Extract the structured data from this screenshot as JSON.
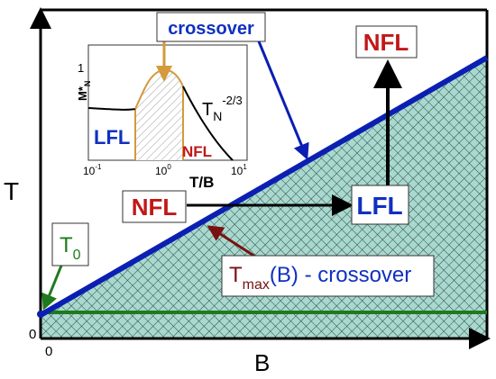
{
  "axes": {
    "t_label": "T",
    "b_label": "B",
    "origin_x": "0",
    "origin_y": "0"
  },
  "labels": {
    "nfl_top": "NFL",
    "nfl_left": "NFL",
    "lfl_right": "LFL",
    "t0": "T",
    "t0_sub": "0",
    "tmax_t": "T",
    "tmax_sub": "max",
    "tmax_rest": "(B) - crossover"
  },
  "inset": {
    "crossover_label": "crossover",
    "y_label_main": "M*",
    "y_label_sub": "N",
    "y_tick_1": "1",
    "x_label": "T/B",
    "lfl": "LFL",
    "nfl": "NFL",
    "tn_base": "T",
    "tn_sub": "N",
    "tn_exp": "-2/3",
    "x_ticks": [
      {
        "base": "10",
        "exp": "-1"
      },
      {
        "base": "10",
        "exp": "0"
      },
      {
        "base": "10",
        "exp": "1"
      }
    ]
  },
  "colors": {
    "blue_line": "#0b1fb3",
    "green": "#1e7a1e",
    "hatch_fill": "#a9d8cf",
    "nfl_red": "#c01818",
    "lfl_blue": "#1030c0",
    "tmax_brown": "#7a1010",
    "crossover_orange": "#d49a3c"
  }
}
